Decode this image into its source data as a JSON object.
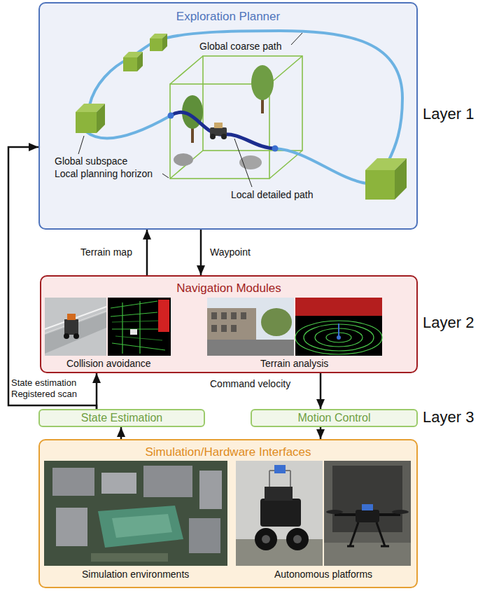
{
  "diagram": {
    "nodes": [
      {
        "text": [
          "Exploration Planner"
        ]
      },
      {
        "text": [
          "Navigation Modules"
        ]
      },
      {
        "text": [
          "State Estimation"
        ]
      },
      {
        "text": [
          "Motion Control"
        ]
      },
      {
        "text": [
          "Simulation/Hardware Interfaces"
        ]
      }
    ],
    "edges": [
      {
        "from": 1,
        "to": 0,
        "arrow": "to",
        "label": "Terrain map"
      },
      {
        "from": 0,
        "to": 1,
        "arrow": "to",
        "label": "Waypoint"
      },
      {
        "from": 2,
        "to": 1,
        "arrow": "to",
        "label": "State estimation Registered scan"
      },
      {
        "from": 2,
        "to": 0,
        "arrow": "to"
      },
      {
        "from": 1,
        "to": 3,
        "arrow": "to",
        "label": "Command velocity"
      },
      {
        "from": 3,
        "to": 4,
        "arrow": "to"
      },
      {
        "from": 4,
        "to": 2,
        "arrow": "to"
      }
    ],
    "labels": [
      "Global coarse path",
      "Global subspace",
      "Local planning horizon",
      "Local detailed path",
      "Layer 1",
      "Collision avoidance",
      "Terrain analysis",
      "Layer 2",
      "Layer 3",
      "Simulation environments",
      "Autonomous platforms"
    ]
  }
}
